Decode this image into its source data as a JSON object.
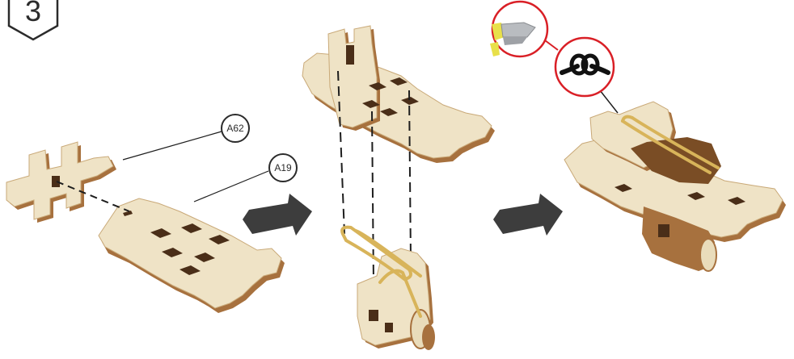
{
  "step": {
    "number": "3"
  },
  "parts": [
    {
      "label": "A62"
    },
    {
      "label": "A19"
    }
  ],
  "colors": {
    "wood_face": "#efe3c6",
    "wood_edge": "#a7713e",
    "wood_dark": "#7a4d25",
    "slot": "#4a2e18",
    "arrow": "#3d3d3d",
    "callout_ring": "#d91f26",
    "band": "#d8b45a",
    "line": "#1e1e1e"
  },
  "icons": [
    "scissors-icon",
    "knot-icon",
    "arrow-right-icon"
  ]
}
